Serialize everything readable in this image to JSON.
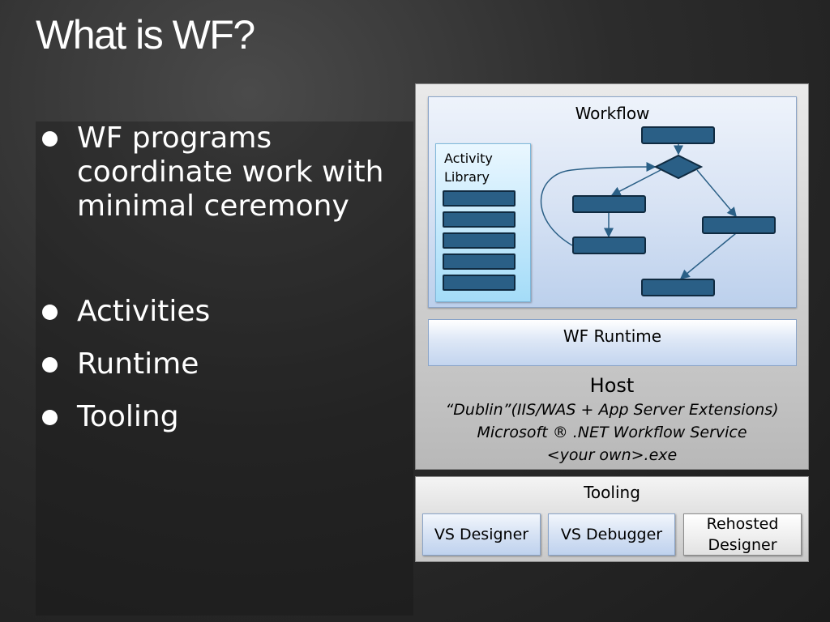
{
  "slide": {
    "title": "What is WF?"
  },
  "bullets": {
    "item1": "WF programs coordinate work with minimal ceremony",
    "item2": "Activities",
    "item3": "Runtime",
    "item4": "Tooling"
  },
  "diagram": {
    "workflow_label": "Workflow",
    "activity_library_label": "Activity Library",
    "runtime_label": "WF Runtime",
    "host_label": "Host",
    "host_lines": [
      "“Dublin”(IIS/WAS + App Server Extensions)",
      "Microsoft ® .NET Workflow Service",
      "<your own>.exe"
    ],
    "tooling_label": "Tooling",
    "tools": [
      "VS Designer",
      "VS Debugger",
      "Rehosted Designer"
    ]
  },
  "colors": {
    "activity_box": "#2a5f86",
    "activity_box_border": "#0f2a40",
    "arrow": "#2a5f86"
  }
}
